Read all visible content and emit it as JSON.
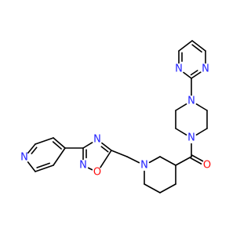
{
  "molecule": {
    "colors": {
      "bond": "#000000",
      "N": "#1f1fff",
      "O": "#ff0d0d",
      "background": "#ffffff"
    },
    "atoms": [
      {
        "id": "pm1",
        "element": "C",
        "label": ""
      },
      {
        "id": "pm2",
        "element": "C",
        "label": ""
      },
      {
        "id": "pm3",
        "element": "N",
        "label": "N"
      },
      {
        "id": "pm4",
        "element": "C",
        "label": ""
      },
      {
        "id": "pm5",
        "element": "N",
        "label": "N"
      },
      {
        "id": "pm6",
        "element": "C",
        "label": ""
      },
      {
        "id": "pz1",
        "element": "N",
        "label": "N"
      },
      {
        "id": "pz2",
        "element": "C",
        "label": ""
      },
      {
        "id": "pz3",
        "element": "C",
        "label": ""
      },
      {
        "id": "pz4",
        "element": "N",
        "label": "N"
      },
      {
        "id": "pz5",
        "element": "C",
        "label": ""
      },
      {
        "id": "pz6",
        "element": "C",
        "label": ""
      },
      {
        "id": "co",
        "element": "C",
        "label": ""
      },
      {
        "id": "o1",
        "element": "O",
        "label": "O"
      },
      {
        "id": "pp3",
        "element": "C",
        "label": ""
      },
      {
        "id": "pp2",
        "element": "C",
        "label": ""
      },
      {
        "id": "pp1",
        "element": "N",
        "label": "N"
      },
      {
        "id": "pp6",
        "element": "C",
        "label": ""
      },
      {
        "id": "pp5",
        "element": "C",
        "label": ""
      },
      {
        "id": "pp4",
        "element": "C",
        "label": ""
      },
      {
        "id": "ch2",
        "element": "C",
        "label": ""
      },
      {
        "id": "ox5",
        "element": "C",
        "label": ""
      },
      {
        "id": "ox4",
        "element": "N",
        "label": "N"
      },
      {
        "id": "ox3",
        "element": "C",
        "label": ""
      },
      {
        "id": "ox2",
        "element": "N",
        "label": "N"
      },
      {
        "id": "ox1",
        "element": "O",
        "label": "O"
      },
      {
        "id": "py1",
        "element": "C",
        "label": ""
      },
      {
        "id": "py2",
        "element": "C",
        "label": ""
      },
      {
        "id": "py3",
        "element": "C",
        "label": ""
      },
      {
        "id": "py4",
        "element": "N",
        "label": "N"
      },
      {
        "id": "py5",
        "element": "C",
        "label": ""
      },
      {
        "id": "py6",
        "element": "C",
        "label": ""
      }
    ],
    "bonds": [
      {
        "a": "pm1",
        "b": "pm2",
        "order": 2
      },
      {
        "a": "pm2",
        "b": "pm3",
        "order": 1
      },
      {
        "a": "pm3",
        "b": "pm4",
        "order": 2
      },
      {
        "a": "pm4",
        "b": "pm5",
        "order": 1
      },
      {
        "a": "pm5",
        "b": "pm6",
        "order": 2
      },
      {
        "a": "pm6",
        "b": "pm1",
        "order": 1
      },
      {
        "a": "pm4",
        "b": "pz1",
        "order": 1
      },
      {
        "a": "pz1",
        "b": "pz2",
        "order": 1
      },
      {
        "a": "pz2",
        "b": "pz3",
        "order": 1
      },
      {
        "a": "pz3",
        "b": "pz4",
        "order": 1
      },
      {
        "a": "pz4",
        "b": "pz5",
        "order": 1
      },
      {
        "a": "pz5",
        "b": "pz6",
        "order": 1
      },
      {
        "a": "pz6",
        "b": "pz1",
        "order": 1
      },
      {
        "a": "pz4",
        "b": "co",
        "order": 1
      },
      {
        "a": "co",
        "b": "o1",
        "order": 2
      },
      {
        "a": "co",
        "b": "pp3",
        "order": 1
      },
      {
        "a": "pp3",
        "b": "pp2",
        "order": 1
      },
      {
        "a": "pp2",
        "b": "pp1",
        "order": 1
      },
      {
        "a": "pp1",
        "b": "pp6",
        "order": 1
      },
      {
        "a": "pp6",
        "b": "pp5",
        "order": 1
      },
      {
        "a": "pp5",
        "b": "pp4",
        "order": 1
      },
      {
        "a": "pp4",
        "b": "pp3",
        "order": 1
      },
      {
        "a": "pp1",
        "b": "ch2",
        "order": 1
      },
      {
        "a": "ch2",
        "b": "ox5",
        "order": 1
      },
      {
        "a": "ox5",
        "b": "ox4",
        "order": 2
      },
      {
        "a": "ox4",
        "b": "ox3",
        "order": 1
      },
      {
        "a": "ox3",
        "b": "ox2",
        "order": 2
      },
      {
        "a": "ox2",
        "b": "ox1",
        "order": 1
      },
      {
        "a": "ox1",
        "b": "ox5",
        "order": 1
      },
      {
        "a": "ox3",
        "b": "py1",
        "order": 1
      },
      {
        "a": "py1",
        "b": "py2",
        "order": 2
      },
      {
        "a": "py2",
        "b": "py3",
        "order": 1
      },
      {
        "a": "py3",
        "b": "py4",
        "order": 2
      },
      {
        "a": "py4",
        "b": "py5",
        "order": 1
      },
      {
        "a": "py5",
        "b": "py6",
        "order": 2
      },
      {
        "a": "py6",
        "b": "py1",
        "order": 1
      }
    ]
  }
}
